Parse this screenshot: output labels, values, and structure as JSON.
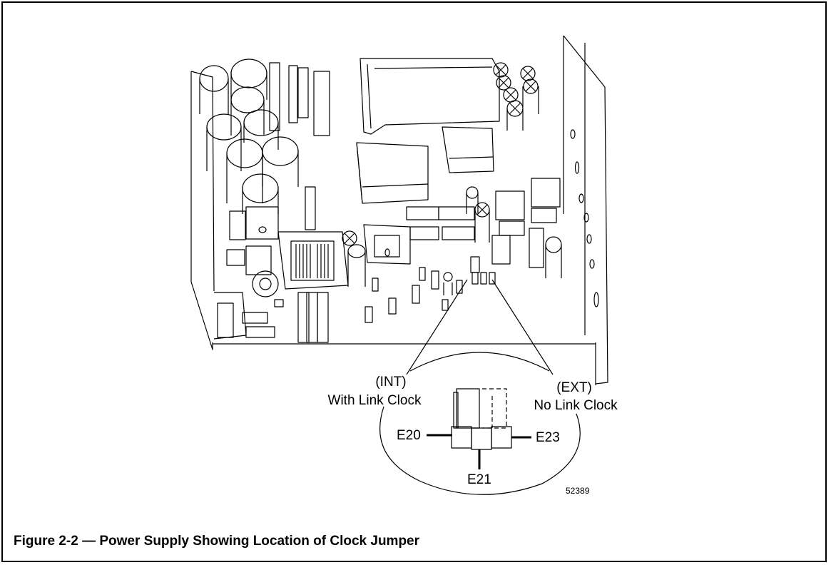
{
  "diagram": {
    "callout_left": {
      "line1": "(INT)",
      "line2": "With Link Clock"
    },
    "callout_right": {
      "line1": "(EXT)",
      "line2": "No Link Clock"
    },
    "pins": {
      "e20": "E20",
      "e21": "E21",
      "e23": "E23"
    },
    "figure_number": "52389"
  },
  "caption": "Figure 2-2 — Power Supply Showing Location of Clock Jumper"
}
